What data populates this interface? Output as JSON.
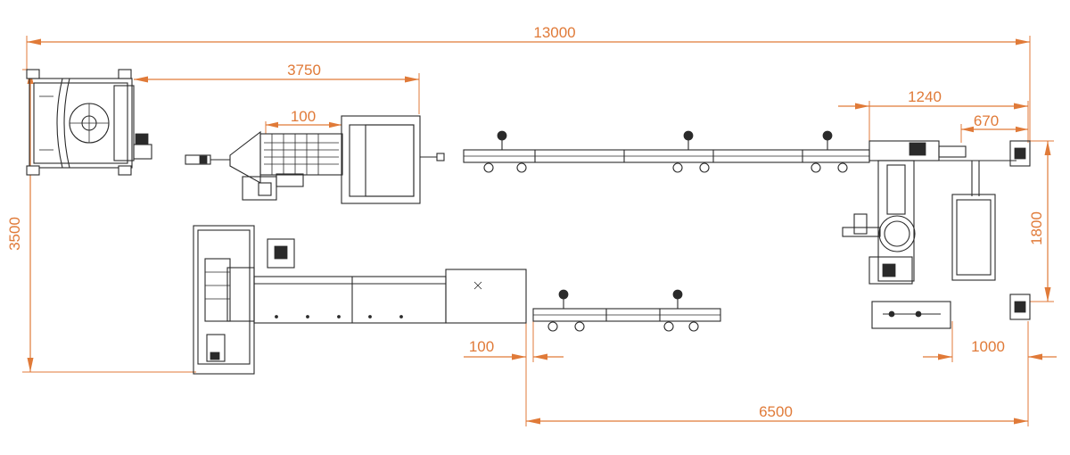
{
  "colors": {
    "dimension": "#e07a38",
    "linework": "#2a2a2a",
    "background": "#ffffff"
  },
  "dimensions": {
    "overall_length": "13000",
    "overall_width": "3500",
    "wrapper_length": "3750",
    "hopper_gap": "100",
    "right_module_width": "1240",
    "right_module_offset": "670",
    "right_module_depth": "1800",
    "lower_gap": "100",
    "lower_conveyor_length": "6500",
    "bottom_right_offset": "1000"
  }
}
